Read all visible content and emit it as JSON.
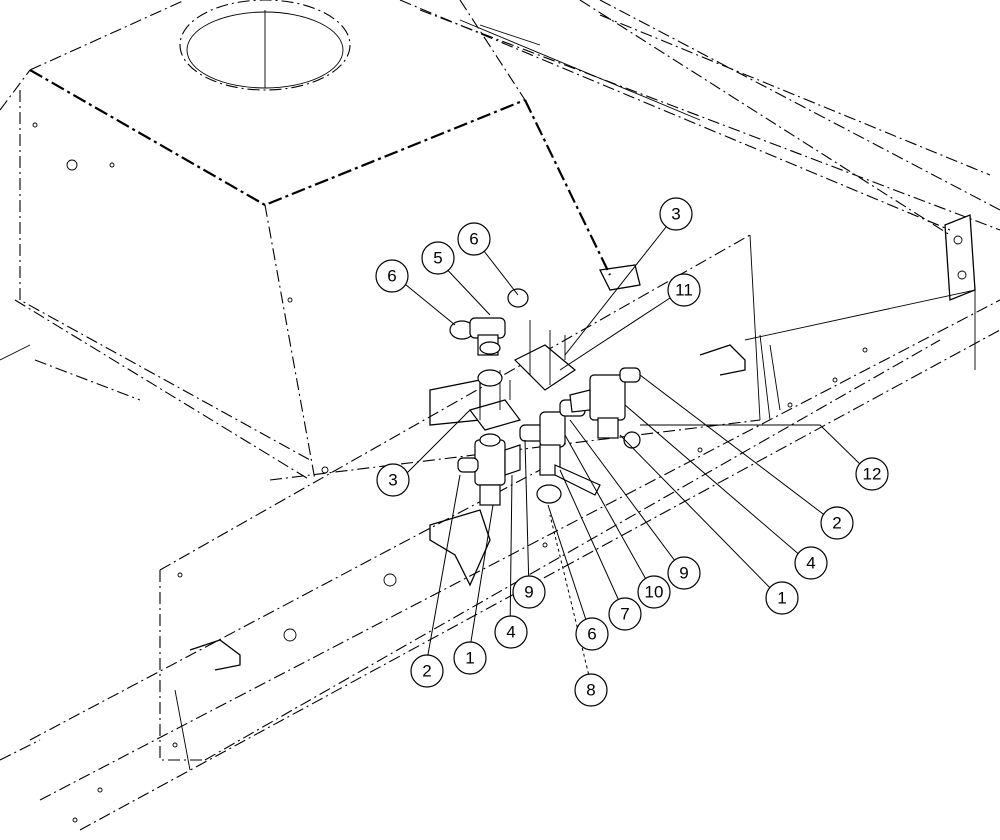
{
  "callouts": [
    {
      "label": "1",
      "cx": 0,
      "cy": 0
    },
    {
      "label": "2"
    },
    {
      "label": "3"
    },
    {
      "label": "4"
    },
    {
      "label": "5"
    },
    {
      "label": "6"
    },
    {
      "label": "7"
    },
    {
      "label": "8"
    },
    {
      "label": "9"
    },
    {
      "label": "10"
    },
    {
      "label": "11"
    },
    {
      "label": "12"
    }
  ]
}
